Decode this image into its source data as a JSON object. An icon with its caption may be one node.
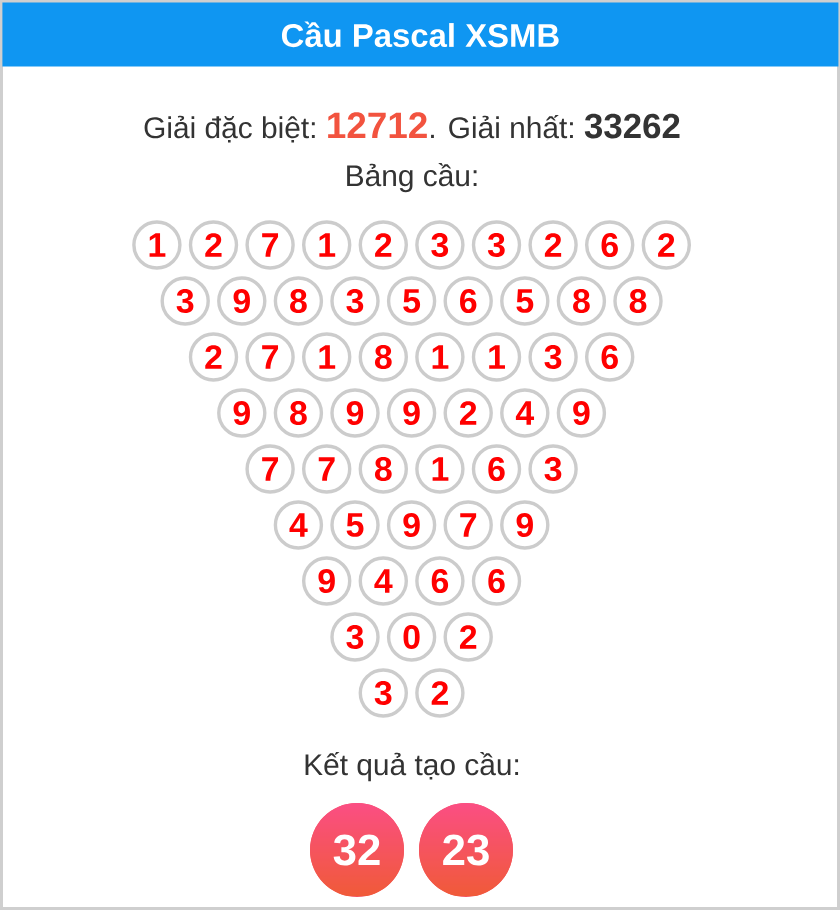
{
  "diagram": {
    "title": "Cầu Pascal XSMB",
    "nodes": [
      {
        "text": [
          "1"
        ]
      },
      {
        "text": [
          "2"
        ]
      },
      {
        "text": [
          "7"
        ]
      },
      {
        "text": [
          "1"
        ]
      },
      {
        "text": [
          "2"
        ]
      },
      {
        "text": [
          "3"
        ]
      },
      {
        "text": [
          "3"
        ]
      },
      {
        "text": [
          "2"
        ]
      },
      {
        "text": [
          "6"
        ]
      },
      {
        "text": [
          "2"
        ]
      },
      {
        "text": [
          "3"
        ]
      },
      {
        "text": [
          "9"
        ]
      },
      {
        "text": [
          "8"
        ]
      },
      {
        "text": [
          "3"
        ]
      },
      {
        "text": [
          "5"
        ]
      },
      {
        "text": [
          "6"
        ]
      },
      {
        "text": [
          "5"
        ]
      },
      {
        "text": [
          "8"
        ]
      },
      {
        "text": [
          "8"
        ]
      },
      {
        "text": [
          "2"
        ]
      },
      {
        "text": [
          "7"
        ]
      },
      {
        "text": [
          "1"
        ]
      },
      {
        "text": [
          "8"
        ]
      },
      {
        "text": [
          "1"
        ]
      },
      {
        "text": [
          "1"
        ]
      },
      {
        "text": [
          "3"
        ]
      },
      {
        "text": [
          "6"
        ]
      },
      {
        "text": [
          "9"
        ]
      },
      {
        "text": [
          "8"
        ]
      },
      {
        "text": [
          "9"
        ]
      },
      {
        "text": [
          "9"
        ]
      },
      {
        "text": [
          "2"
        ]
      },
      {
        "text": [
          "4"
        ]
      },
      {
        "text": [
          "9"
        ]
      },
      {
        "text": [
          "7"
        ]
      },
      {
        "text": [
          "7"
        ]
      },
      {
        "text": [
          "8"
        ]
      },
      {
        "text": [
          "1"
        ]
      },
      {
        "text": [
          "6"
        ]
      },
      {
        "text": [
          "3"
        ]
      },
      {
        "text": [
          "4"
        ]
      },
      {
        "text": [
          "5"
        ]
      },
      {
        "text": [
          "9"
        ]
      },
      {
        "text": [
          "7"
        ]
      },
      {
        "text": [
          "9"
        ]
      },
      {
        "text": [
          "9"
        ]
      },
      {
        "text": [
          "4"
        ]
      },
      {
        "text": [
          "6"
        ]
      },
      {
        "text": [
          "6"
        ]
      },
      {
        "text": [
          "3"
        ]
      },
      {
        "text": [
          "0"
        ]
      },
      {
        "text": [
          "2"
        ]
      },
      {
        "text": [
          "3"
        ]
      },
      {
        "text": [
          "2"
        ]
      },
      {
        "text": [
          "32"
        ]
      },
      {
        "text": [
          "23"
        ]
      }
    ],
    "labels": [
      "Giải đặc biệt:",
      "12712",
      ". Giải nhất:",
      "33262",
      "Bảng cầu:",
      "Kết quả tạo cầu:"
    ]
  }
}
